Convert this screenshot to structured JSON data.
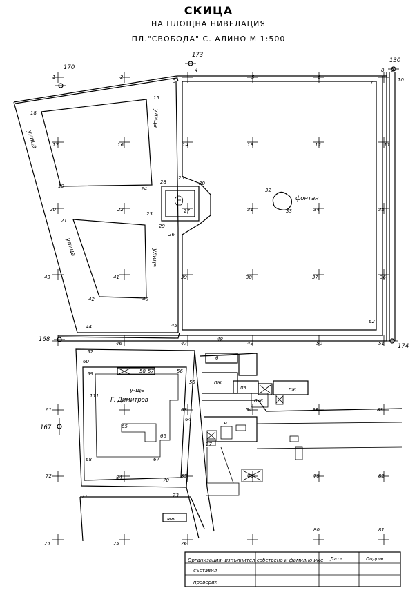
{
  "header": {
    "title": "СКИЦА",
    "subtitle": "НА ПЛОЩНА НИВЕЛАЦИЯ",
    "location_line": "ПЛ.\"СВОБОДА\" С. АЛИНО   М 1:500"
  },
  "labels": {
    "fountain": "фонтан",
    "street_1": "улица",
    "street_2": "улица",
    "street_3": "улица",
    "school_1": "у-ще",
    "school_2": "Г. Димитров",
    "building_6": "6",
    "pzh_1": "пж",
    "pzh_2": "пж",
    "pv": "пв",
    "pzh_3": "п.ж",
    "ch": "ч",
    "mzh": "мж"
  },
  "benchmarks": [
    "170",
    "173",
    "130",
    "168",
    "174",
    "167"
  ],
  "table": {
    "headers": [
      "Организация- изпълнител",
      "собствено и фамилно име",
      "Дата",
      "Подпис"
    ],
    "row_1": "съставил",
    "row_2": "проверил"
  }
}
